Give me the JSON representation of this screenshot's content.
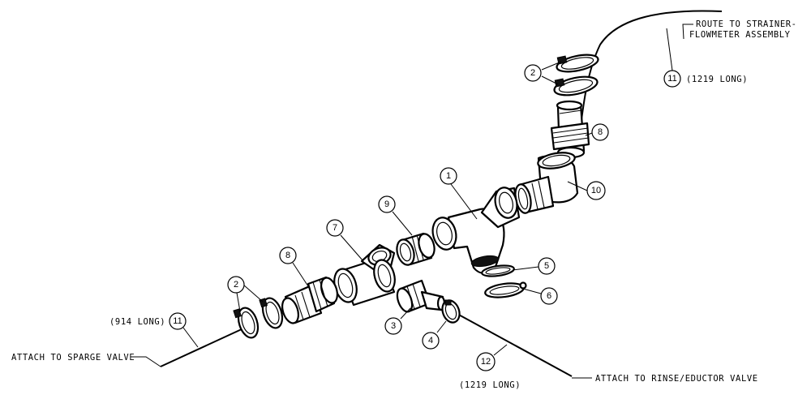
{
  "callouts": {
    "c1": "1",
    "c2a": "2",
    "c2b": "2",
    "c3": "3",
    "c4": "4",
    "c5": "5",
    "c6": "6",
    "c7": "7",
    "c8a": "8",
    "c8b": "8",
    "c9": "9",
    "c10": "10",
    "c11a": "11",
    "c11b": "11",
    "c12": "12"
  },
  "labels": {
    "route_line1": "ROUTE TO STRAINER-",
    "route_line2": "FLOWMETER ASSEMBLY",
    "hose_top_length": "(1219 LONG)",
    "hose_left_length": "(914 LONG)",
    "sparge": "ATTACH TO SPARGE VALVE",
    "hose_right_length": "(1219 LONG)",
    "rinse": "ATTACH TO RINSE/EDUCTOR VALVE"
  }
}
